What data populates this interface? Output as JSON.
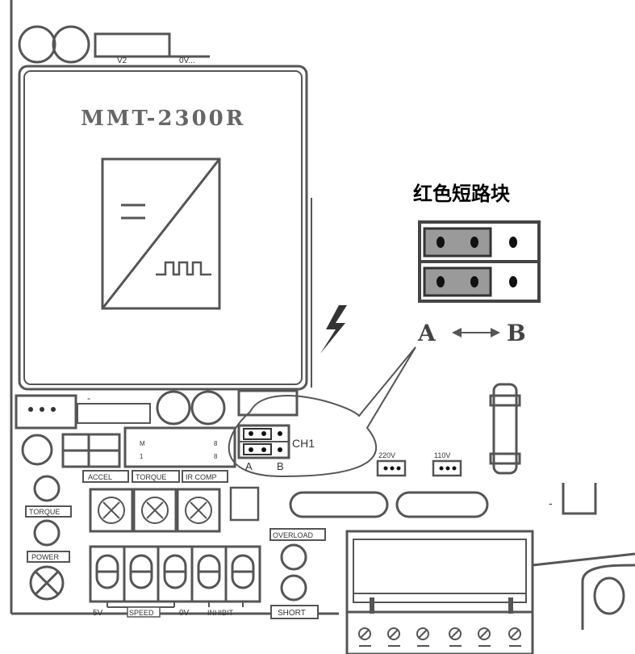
{
  "colors": {
    "line": "#555555",
    "fill_dark": "#999999",
    "red_block": "#9a9a9a",
    "pin": "#111111"
  },
  "module": {
    "model": "MMT-2300R",
    "dc_symbol": "=",
    "pulse_symbol": "⎍⎍⎍"
  },
  "top_labels": {
    "v2": "V2",
    "ov": "0V..."
  },
  "jumper_callout": {
    "title": "红色短路块",
    "label_a": "A",
    "label_b": "B"
  },
  "ch1": {
    "label": "CH1",
    "a": "A",
    "b": "B"
  },
  "voltage_select": {
    "v220": "220V",
    "v110": "110V"
  },
  "pot_labels": {
    "accel": "ACCEL",
    "torque": "TORQUE",
    "ir_comp": "IR COMP"
  },
  "side_labels": {
    "torque": "TORQUE",
    "power": "POWER",
    "overload": "OVERLOAD",
    "short": "SHORT"
  },
  "terminal_labels": {
    "five_v": "5V",
    "speed": "SPEED",
    "zero_v": "0V",
    "inhibit": "INHIBIT"
  },
  "misc": {
    "dash": "-"
  }
}
